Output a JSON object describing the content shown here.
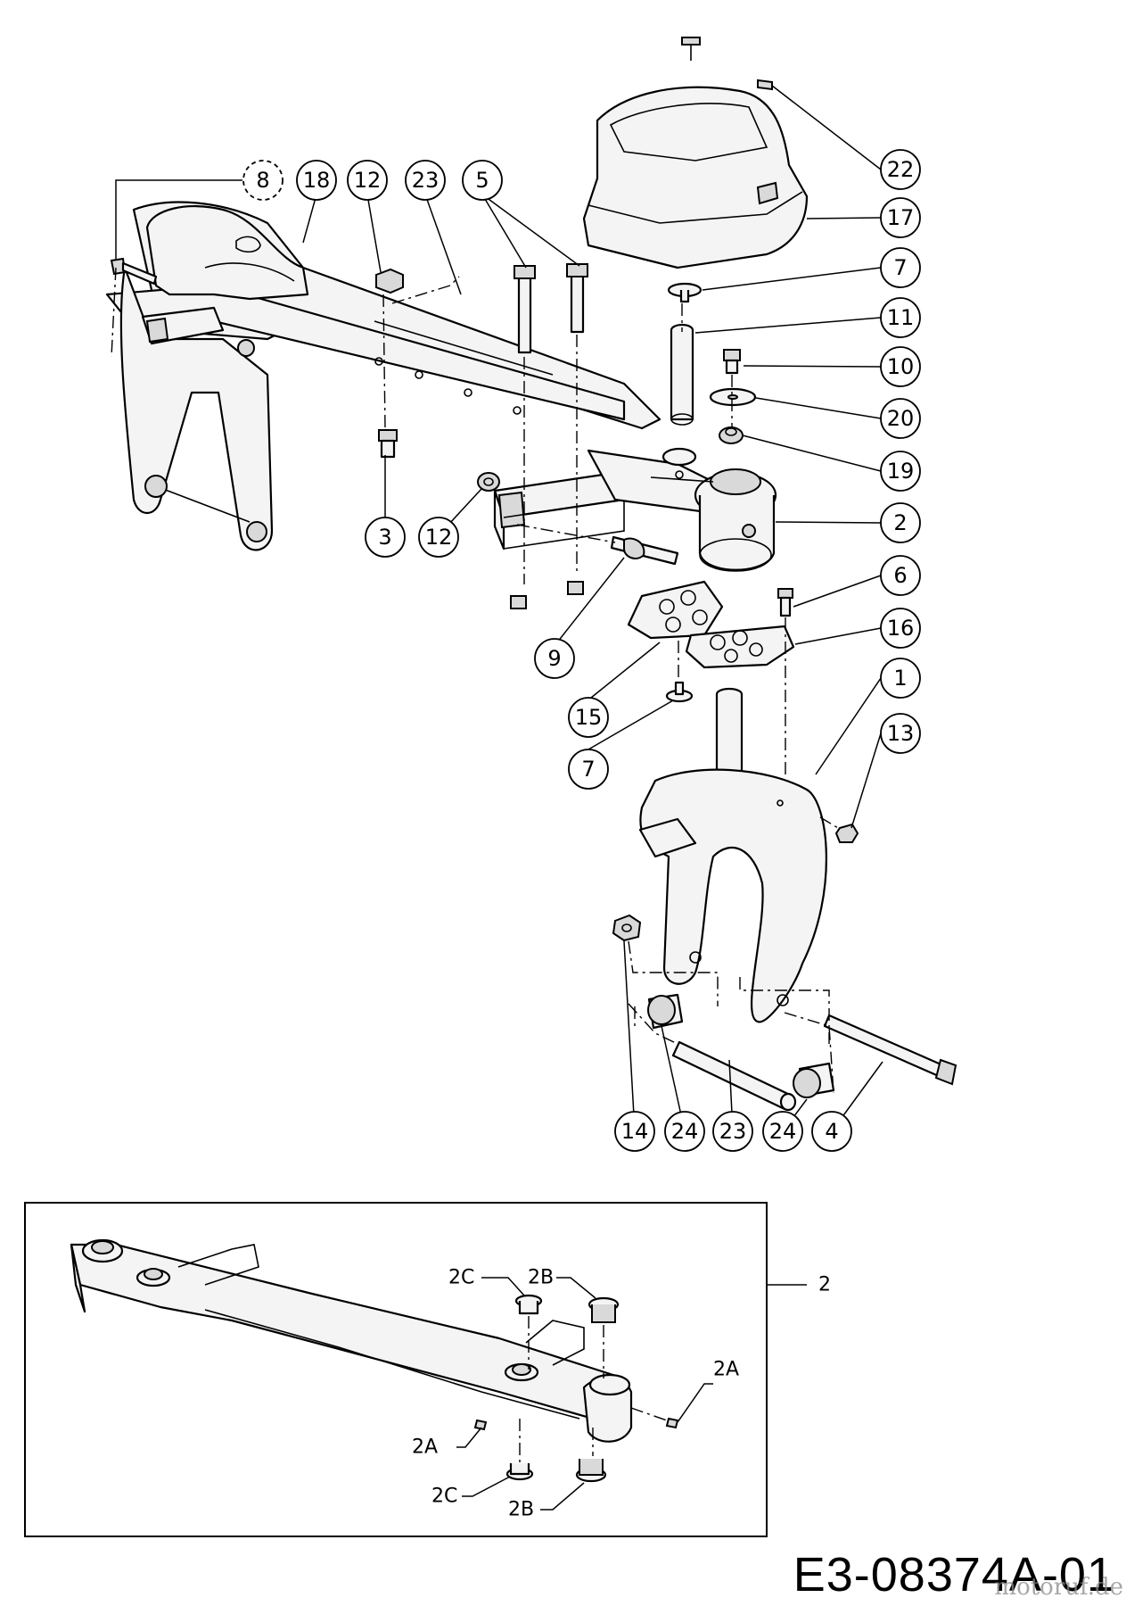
{
  "drawing_code": "E3-08374A-01",
  "watermark": "motoruf.de",
  "callouts": [
    {
      "id": "c8",
      "label": "8",
      "dashed": true
    },
    {
      "id": "c18",
      "label": "18"
    },
    {
      "id": "c12a",
      "label": "12"
    },
    {
      "id": "c23a",
      "label": "23"
    },
    {
      "id": "c5",
      "label": "5"
    },
    {
      "id": "c22",
      "label": "22"
    },
    {
      "id": "c17",
      "label": "17"
    },
    {
      "id": "c7a",
      "label": "7"
    },
    {
      "id": "c11",
      "label": "11"
    },
    {
      "id": "c10",
      "label": "10"
    },
    {
      "id": "c20",
      "label": "20"
    },
    {
      "id": "c19",
      "label": "19"
    },
    {
      "id": "c2",
      "label": "2"
    },
    {
      "id": "c6",
      "label": "6"
    },
    {
      "id": "c16",
      "label": "16"
    },
    {
      "id": "c3",
      "label": "3"
    },
    {
      "id": "c12b",
      "label": "12"
    },
    {
      "id": "c9",
      "label": "9"
    },
    {
      "id": "c15",
      "label": "15"
    },
    {
      "id": "c7b",
      "label": "7"
    },
    {
      "id": "c1",
      "label": "1"
    },
    {
      "id": "c13",
      "label": "13"
    },
    {
      "id": "c14",
      "label": "14"
    },
    {
      "id": "c24a",
      "label": "24"
    },
    {
      "id": "c23b",
      "label": "23"
    },
    {
      "id": "c24b",
      "label": "24"
    },
    {
      "id": "c4",
      "label": "4"
    }
  ],
  "inset": {
    "ref_label": "2",
    "labels": [
      {
        "id": "i2c_top",
        "label": "2C"
      },
      {
        "id": "i2b_top",
        "label": "2B"
      },
      {
        "id": "i2a_right",
        "label": "2A"
      },
      {
        "id": "i2a_left",
        "label": "2A"
      },
      {
        "id": "i2c_bottom",
        "label": "2C"
      },
      {
        "id": "i2b_bottom",
        "label": "2B"
      }
    ]
  }
}
